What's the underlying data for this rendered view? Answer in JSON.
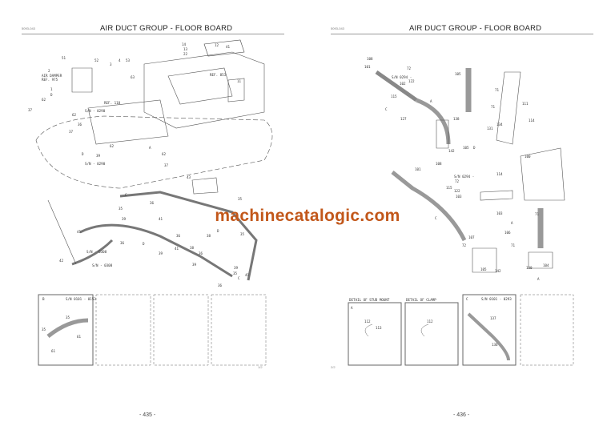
{
  "left_page": {
    "code": "5093-043",
    "title": "AIR DUCT GROUP - FLOOR BOARD",
    "page_number": "- 435 -",
    "sheet": "1/2",
    "callouts": [
      "51",
      "52",
      "3",
      "4",
      "53",
      "14",
      "13",
      "22",
      "12",
      "2",
      "AIR DAMPER",
      "REF. 975",
      "1",
      "63",
      "REF. 853",
      "11",
      "D",
      "62",
      "37",
      "REF. 118",
      "S/N - 0290",
      "62",
      "36",
      "37",
      "62",
      "A",
      "62",
      "D",
      "39",
      "S/N - 0290",
      "37",
      "43",
      "C",
      "35",
      "35",
      "36",
      "39",
      "41",
      "36",
      "41",
      "38",
      "36",
      "D",
      "D",
      "35",
      "41",
      "S/N - 0308",
      "38",
      "39",
      "36",
      "42",
      "S/N - 0308",
      "39",
      "39",
      "35",
      "41",
      "C",
      "36",
      "41"
    ],
    "detail_box": {
      "marker": "B",
      "serial": "S/N 0101 - 0153",
      "callouts": [
        "35",
        "35",
        "61",
        "61"
      ]
    }
  },
  "right_page": {
    "code": "5093-043",
    "title": "AIR DUCT GROUP - FLOOR BOARD",
    "page_number": "- 436 -",
    "sheet": "2/2",
    "callouts": [
      "108",
      "101",
      "S/N 0294 -",
      "115",
      "72",
      "102",
      "122",
      "105",
      "71",
      "C",
      "A",
      "111",
      "71",
      "127",
      "138",
      "114",
      "131",
      "134",
      "142",
      "105",
      "D",
      "108",
      "101",
      "100",
      "S/N 0294 -",
      "114",
      "72",
      "122",
      "115",
      "103",
      "71",
      "C",
      "A",
      "106",
      "103",
      "107",
      "72",
      "71",
      "105",
      "142",
      "130",
      "104",
      "A"
    ],
    "details": [
      {
        "heading": "DETAIL OF STUD MOUNT",
        "marker": "A",
        "callouts": [
          "112",
          "113"
        ]
      },
      {
        "heading": "DETAIL OF CLAMP",
        "callouts": [
          "112"
        ]
      },
      {
        "marker": "C",
        "serial": "S/N 0101 - 0293",
        "callouts": [
          "137",
          "136"
        ]
      }
    ]
  },
  "watermark": "machinecatalogic.com"
}
